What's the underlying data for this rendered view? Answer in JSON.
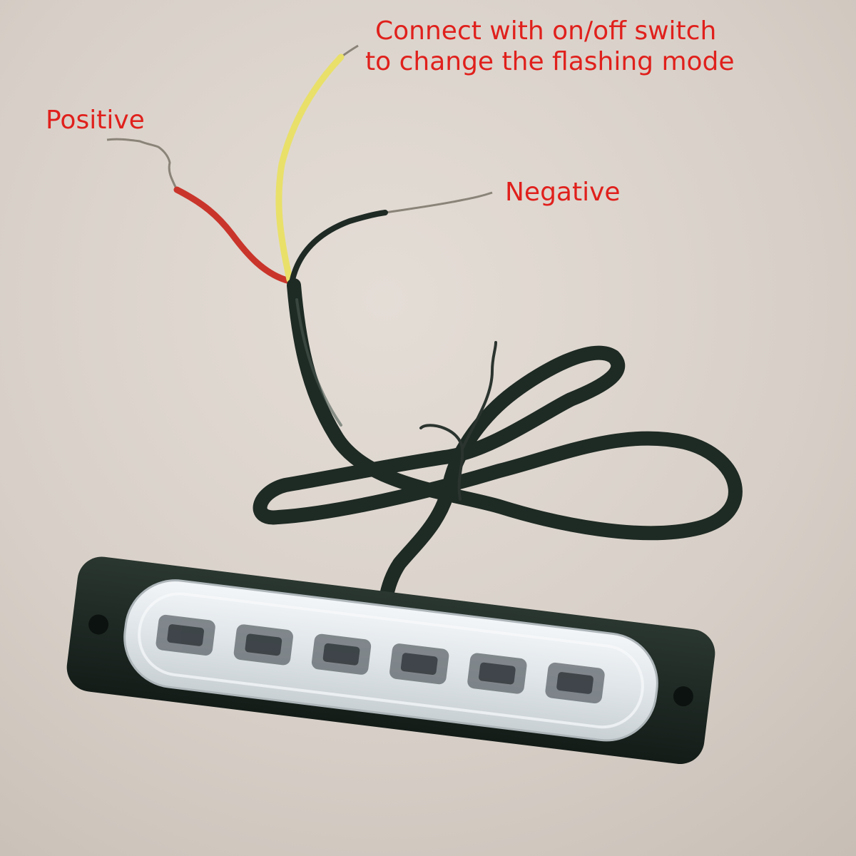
{
  "annotations": {
    "switch_line1": "Connect with on/off switch",
    "switch_line2": "to change the flashing mode",
    "positive": "Positive",
    "negative": "Negative"
  },
  "colors": {
    "label_text": "#e0201c",
    "background": "#d9d2cb",
    "cable": "#1e2a24",
    "wire_red": "#c9352b",
    "wire_yellow": "#e9e06a",
    "housing": "#1b2621",
    "lens": "#e6ebee"
  },
  "icons": {
    "mounting_hole_left": "mounting-hole-icon",
    "mounting_hole_right": "mounting-hole-icon"
  }
}
